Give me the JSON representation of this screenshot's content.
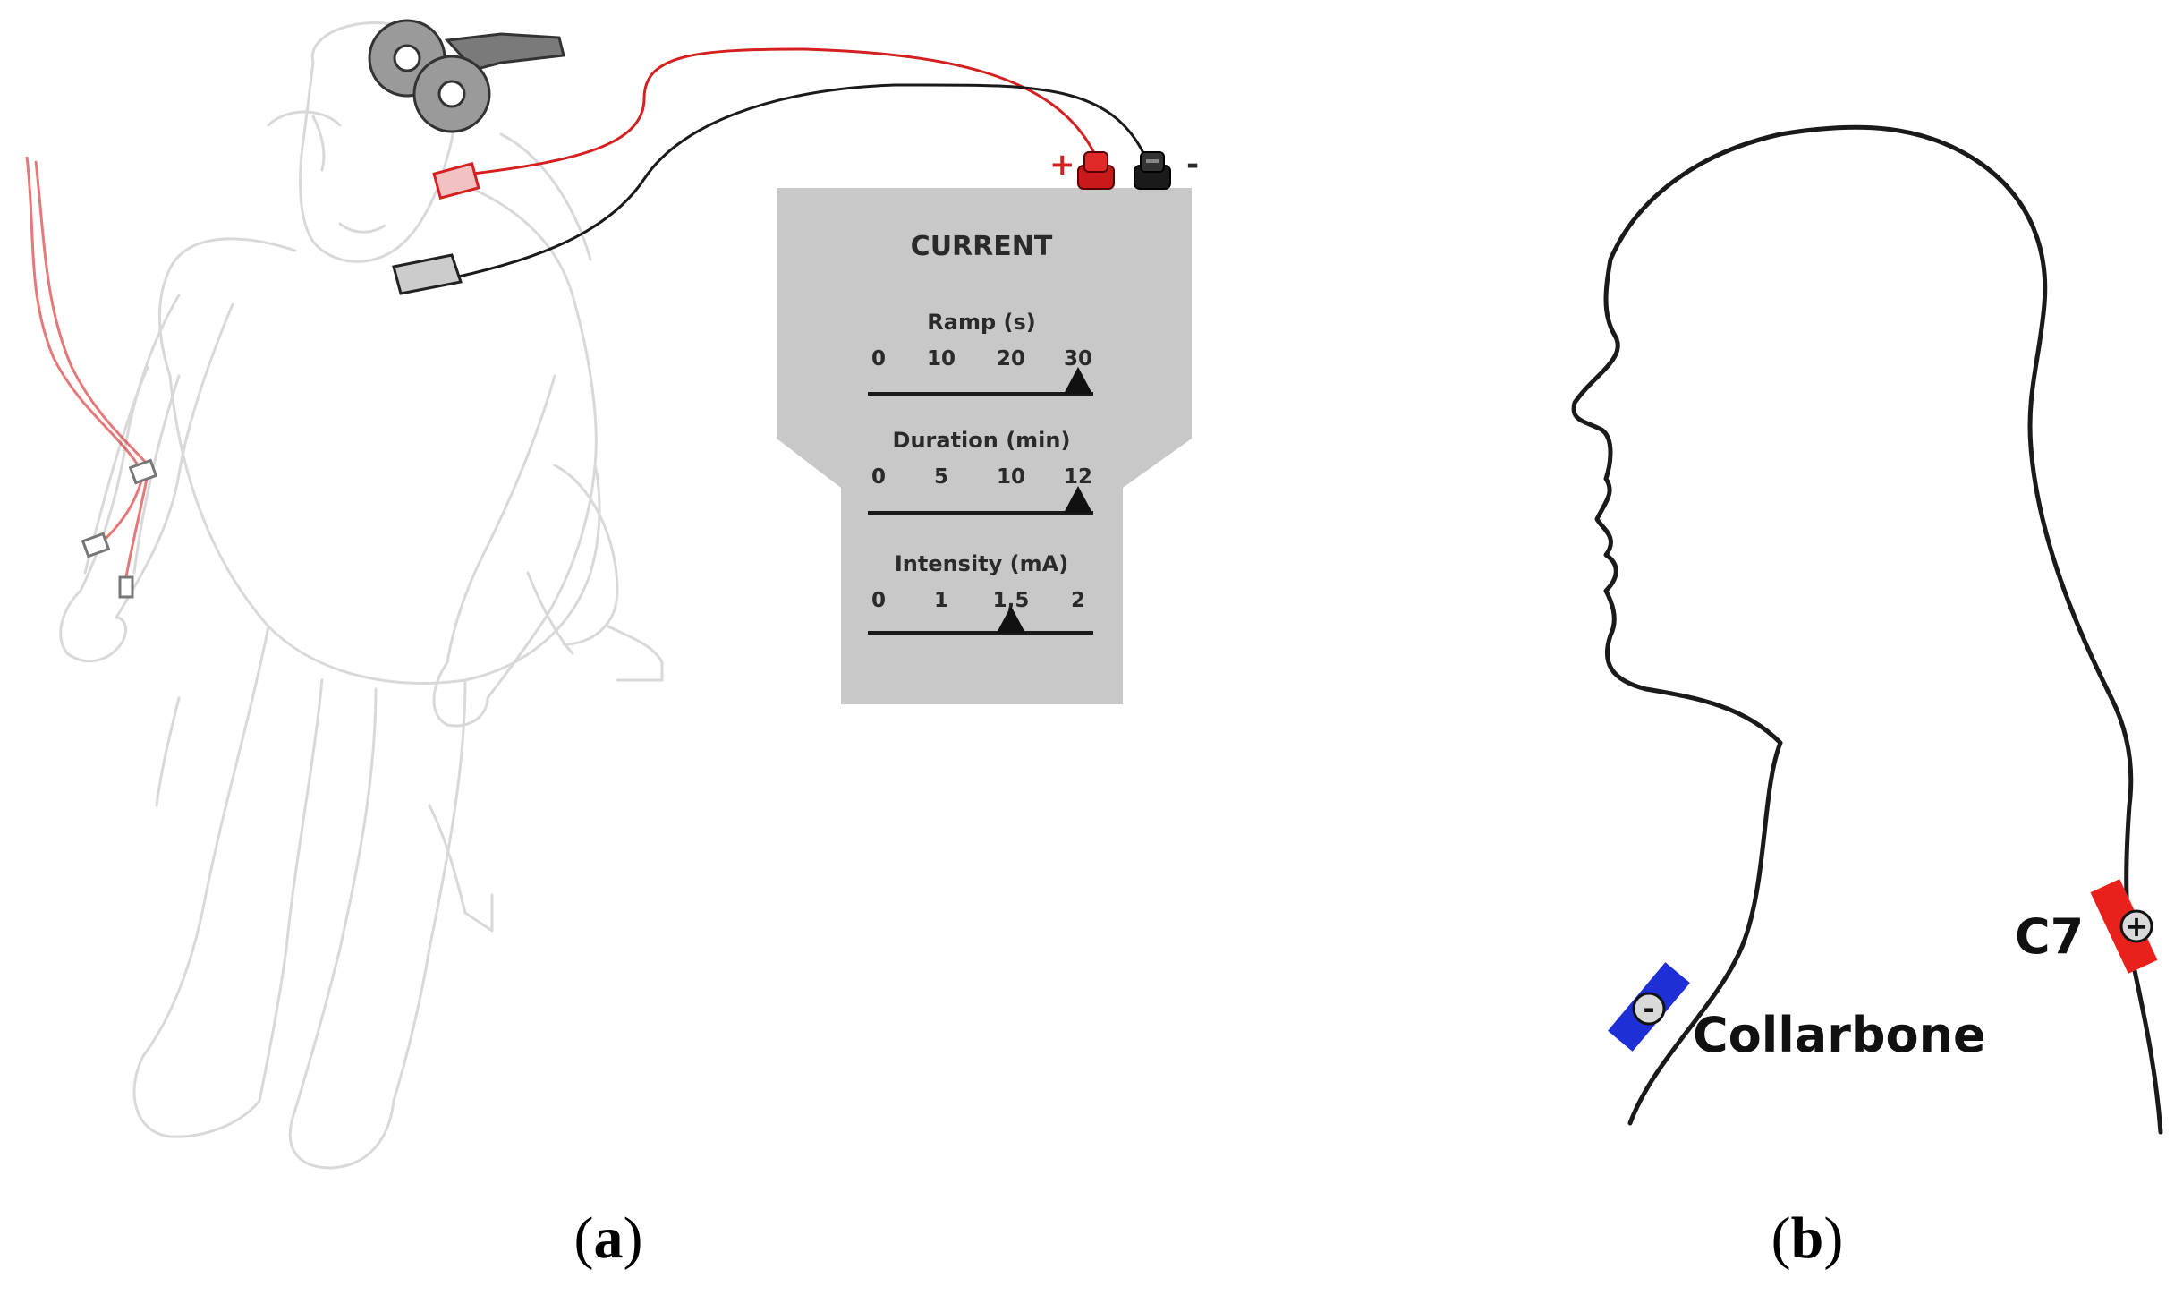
{
  "panel_a": {
    "caption_open": "(",
    "caption_letter": "a",
    "caption_close": ")",
    "terminals": {
      "positive": "+",
      "negative": "-"
    },
    "device": {
      "title": "CURRENT",
      "sliders": [
        {
          "label": "Ramp (s)",
          "ticks": [
            "0",
            "10",
            "20",
            "30"
          ],
          "setting": "30"
        },
        {
          "label": "Duration (min)",
          "ticks": [
            "0",
            "5",
            "10",
            "12"
          ],
          "setting": "12"
        },
        {
          "label": "Intensity (mA)",
          "ticks": [
            "0",
            "1",
            "1,5",
            "2"
          ],
          "setting": "1,5"
        }
      ]
    }
  },
  "panel_b": {
    "caption_open": "(",
    "caption_letter": "b",
    "caption_close": ")",
    "electrodes": {
      "anode": {
        "site": "C7",
        "symbol": "+",
        "color": "#e8211d"
      },
      "cathode": {
        "site": "Collarbone",
        "symbol": "-",
        "color": "#1f2fd6"
      }
    }
  },
  "colors": {
    "device_gray": "#c8c8c8",
    "wire_red": "#d42020",
    "wire_black": "#1a1a1a",
    "sketch_gray": "#d9d9d9"
  }
}
